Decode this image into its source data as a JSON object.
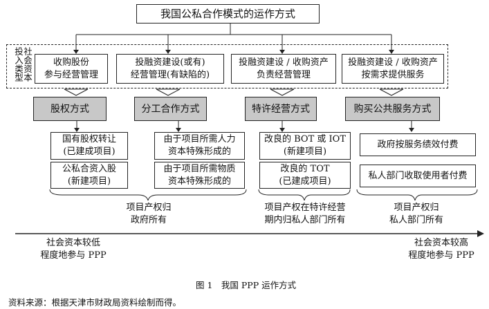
{
  "title": "我国公私合作模式的运作方式",
  "investment_type_label": "社会资本投入类型",
  "investment_types": [
    "收购股份\n参与经营管理",
    "投融资建设(或有)\n经营管理(有缺陷的)",
    "投融资建设 / 收购资产\n负责经营管理",
    "投融资建设 / 收购资产\n按需求提供服务"
  ],
  "modes": [
    "股权方式",
    "分工合作方式",
    "特许经营方式",
    "购买公共服务方式"
  ],
  "sub_items": {
    "equity": [
      "国有股权转让\n(已建成项目)",
      "公私合资入股\n(新建项目)"
    ],
    "division": [
      "由于项目所需人力\n资本特殊形成的",
      "由于项目所需物质\n资本特殊形成的"
    ],
    "franchise": [
      "改良的 BOT 或 IOT\n(新建项目)",
      "改良的 TOT\n(已建成项目)"
    ],
    "purchase": [
      "政府按服务绩效付费",
      "私人部门收取使用者付费"
    ]
  },
  "ownership": [
    "项目产权归\n政府所有",
    "项目产权在特许经营\n期内归私人部门所有",
    "项目产权归\n私人部门所有"
  ],
  "axis": {
    "left": "社会资本较低\n程度地参与 PPP",
    "right": "社会资本较高\n程度地参与 PPP"
  },
  "caption": "图 1　我国 PPP 运作方式",
  "source": "资料来源：根据天津市财政局资料绘制而得。"
}
